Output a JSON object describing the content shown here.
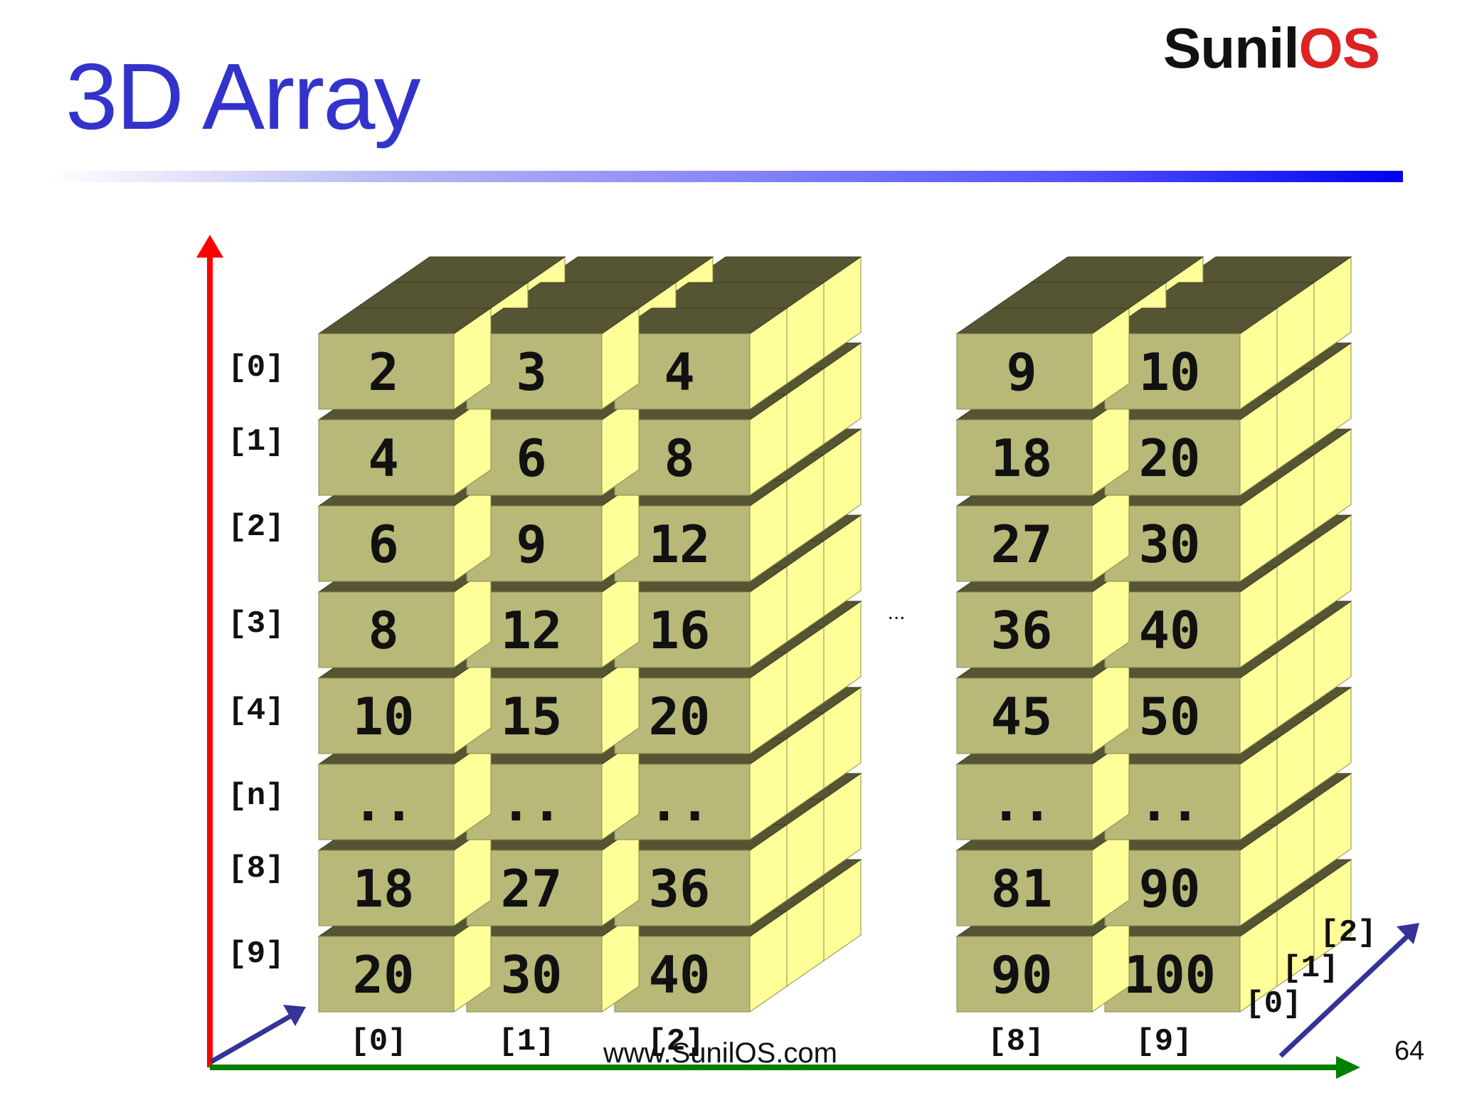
{
  "title": "3D Array",
  "logo": {
    "part1": "Sunil",
    "part2": "OS"
  },
  "footer": "www.SunilOS.com",
  "page_number": "64",
  "ellipsis": "...",
  "row_labels": [
    "[0]",
    "[1]",
    "[2]",
    "[3]",
    "[4]",
    "[n]",
    "[8]",
    "[9]"
  ],
  "col_labels_left": [
    "[0]",
    "[1]",
    "[2]"
  ],
  "col_labels_right": [
    "[8]",
    "[9]"
  ],
  "depth_labels": [
    "[0]",
    "[1]",
    "[2]"
  ],
  "left_block": [
    [
      "2",
      "3",
      "4"
    ],
    [
      "4",
      "6",
      "8"
    ],
    [
      "6",
      "9",
      "12"
    ],
    [
      "8",
      "12",
      "16"
    ],
    [
      "10",
      "15",
      "20"
    ],
    [
      "..",
      "..",
      ".."
    ],
    [
      "18",
      "27",
      "36"
    ],
    [
      "20",
      "30",
      "40"
    ]
  ],
  "right_block": [
    [
      "9",
      "10"
    ],
    [
      "18",
      "20"
    ],
    [
      "27",
      "30"
    ],
    [
      "36",
      "40"
    ],
    [
      "45",
      "50"
    ],
    [
      "..",
      ".."
    ],
    [
      "81",
      "90"
    ],
    [
      "90",
      "100"
    ]
  ],
  "colors": {
    "title": "#3333cc",
    "cell_front": "#b8b878",
    "cell_top": "#555533",
    "cell_side": "#ffff99",
    "y_axis": "#ff0000",
    "x_axis": "#008000",
    "z_axis": "#333399"
  }
}
